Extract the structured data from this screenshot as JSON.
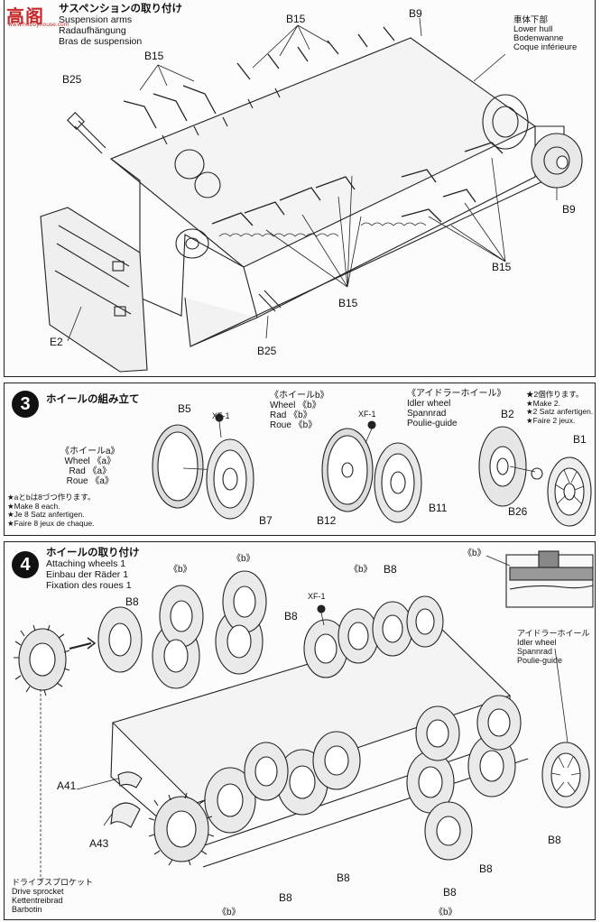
{
  "watermark": {
    "glyphs": "高阁",
    "url": "www.hobbyhouse.com"
  },
  "panel1": {
    "title": [
      "サスペンションの取り付け",
      "Suspension arms",
      "Radaufhängung",
      "Bras de suspension"
    ],
    "labels": {
      "b15_top": "B15",
      "b15_left": "B15",
      "b9_top": "B9",
      "b25_left": "B25",
      "b15_bottom": "B15",
      "b15_right": "B15",
      "b9_right": "B9",
      "e2": "E2",
      "b25_bottom": "B25"
    },
    "lower_hull": [
      "車体下部",
      "Lower hull",
      "Bodenwanne",
      "Coque inférieure"
    ]
  },
  "panel2": {
    "step": "3",
    "title": "ホイールの組み立て",
    "wheel_a": [
      "《ホイールa》",
      "Wheel 《a》",
      "Rad 《a》",
      "Roue 《a》"
    ],
    "wheel_b": [
      "《ホイールb》",
      "Wheel 《b》",
      "Rad 《b》",
      "Roue 《b》"
    ],
    "idler": [
      "《アイドラーホイール》",
      "Idler wheel",
      "Spannrad",
      "Poulie-guide"
    ],
    "make8": [
      "★aとbは8づつ作ります。",
      "★Make 8 each.",
      "★Je 8 Satz anfertigen.",
      "★Faire 8 jeux de chaque."
    ],
    "make2": [
      "★2個作ります。",
      "★Make 2.",
      "★2 Satz anfertigen.",
      "★Faire 2 jeux."
    ],
    "labels": {
      "b5": "B5",
      "xf1_a": "XF-1",
      "b7": "B7",
      "xf1_b": "XF-1",
      "b12": "B12",
      "b11": "B11",
      "b2": "B2",
      "b1": "B1",
      "b26": "B26"
    }
  },
  "panel3": {
    "step": "4",
    "title": [
      "ホイールの取り付け",
      "Attaching wheels 1",
      "Einbau der Räder 1",
      "Fixation des roues 1"
    ],
    "labels": {
      "b_1": "《b》",
      "b_2": "《b》",
      "b_3": "《b》",
      "b8_1": "B8",
      "b8_2": "B8",
      "xf1": "XF-1",
      "b8_3": "B8",
      "b_detail": "《b》",
      "a41": "A41",
      "a43": "A43",
      "b8_4": "B8",
      "b8_5": "B8",
      "b8_6": "B8",
      "b8_7": "B8",
      "b8_8": "B8",
      "b_4": "《b》",
      "b_5": "《b》"
    },
    "idler": [
      "アイドラーホイール",
      "Idler wheel",
      "Spannrad",
      "Poulie-guide"
    ],
    "sprocket": [
      "ドライブスプロケット",
      "Drive sprocket",
      "Kettentreibrad",
      "Barbotin"
    ]
  }
}
